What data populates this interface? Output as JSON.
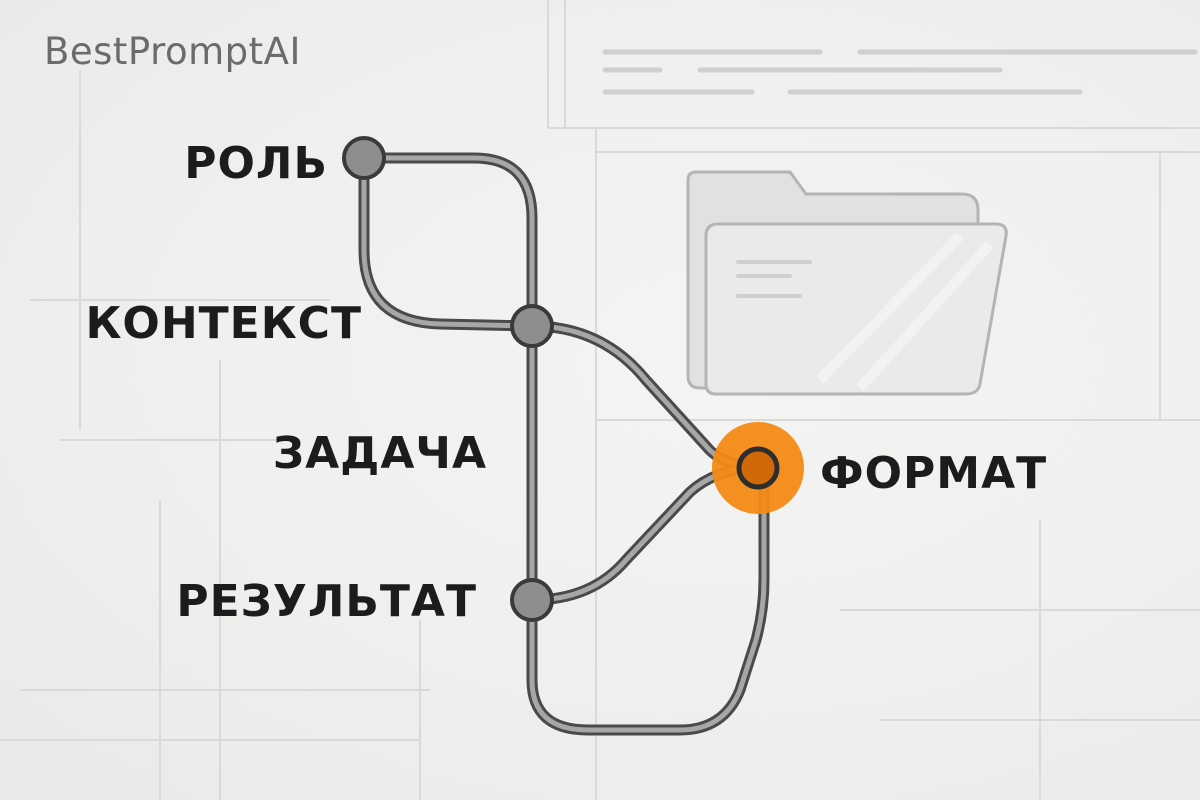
{
  "brand": {
    "name": "BestPromptAI"
  },
  "diagram": {
    "nodes": {
      "role": "РОЛЬ",
      "context": "КОНТЕКСТ",
      "task": "ЗАДАЧА",
      "result": "РЕЗУЛЬТАТ",
      "format": "ФОРМАТ"
    },
    "highlight_node": "format",
    "colors": {
      "highlight": "#f28a14",
      "line": "#565656",
      "node_fill": "#8e8e8e",
      "label": "#1c1c1c",
      "brand": "#6b6b6b"
    },
    "background_icon": "folder-icon"
  }
}
